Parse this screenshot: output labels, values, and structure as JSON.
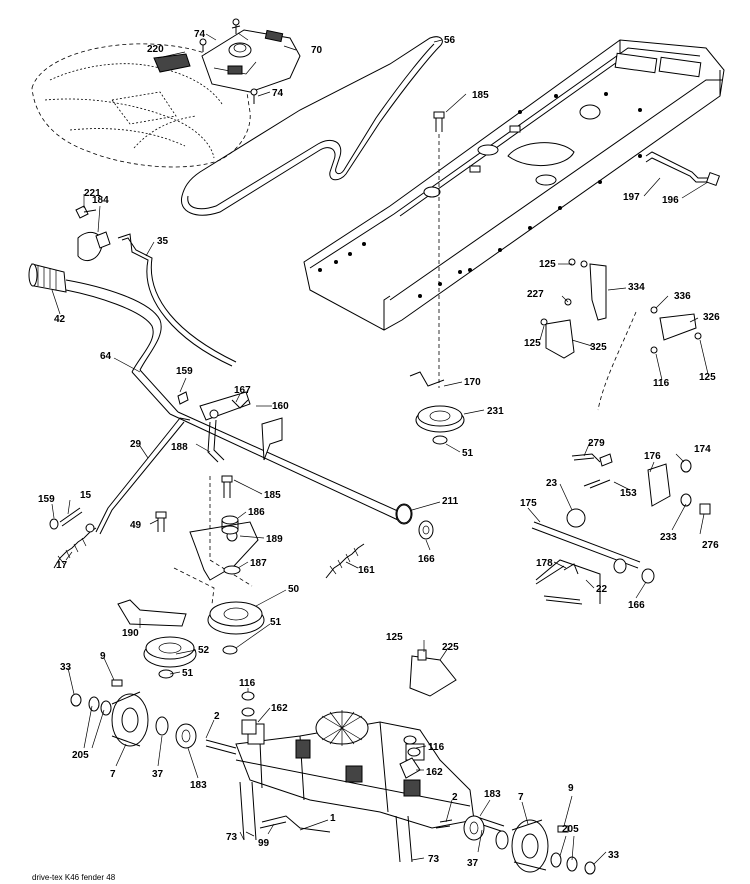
{
  "callouts": [
    {
      "id": "c74a",
      "text": "74"
    },
    {
      "id": "c220",
      "text": "220"
    },
    {
      "id": "c70",
      "text": "70"
    },
    {
      "id": "c74b",
      "text": "74"
    },
    {
      "id": "c56",
      "text": "56"
    },
    {
      "id": "c185a",
      "text": "185"
    },
    {
      "id": "c197",
      "text": "197"
    },
    {
      "id": "c196",
      "text": "196"
    },
    {
      "id": "c221",
      "text": "221"
    },
    {
      "id": "c184",
      "text": "184"
    },
    {
      "id": "c35",
      "text": "35"
    },
    {
      "id": "c42",
      "text": "42"
    },
    {
      "id": "c125a",
      "text": "125"
    },
    {
      "id": "c334",
      "text": "334"
    },
    {
      "id": "c227",
      "text": "227"
    },
    {
      "id": "c336",
      "text": "336"
    },
    {
      "id": "c326",
      "text": "326"
    },
    {
      "id": "c125b",
      "text": "125"
    },
    {
      "id": "c325",
      "text": "325"
    },
    {
      "id": "c116a",
      "text": "116"
    },
    {
      "id": "c125c",
      "text": "125"
    },
    {
      "id": "c64",
      "text": "64"
    },
    {
      "id": "c159a",
      "text": "159"
    },
    {
      "id": "c167",
      "text": "167"
    },
    {
      "id": "c160",
      "text": "160"
    },
    {
      "id": "c170",
      "text": "170"
    },
    {
      "id": "c231",
      "text": "231"
    },
    {
      "id": "c51a",
      "text": "51"
    },
    {
      "id": "c29",
      "text": "29"
    },
    {
      "id": "c188",
      "text": "188"
    },
    {
      "id": "c185b",
      "text": "185"
    },
    {
      "id": "c279",
      "text": "279"
    },
    {
      "id": "c176",
      "text": "176"
    },
    {
      "id": "c174",
      "text": "174"
    },
    {
      "id": "c23",
      "text": "23"
    },
    {
      "id": "c153",
      "text": "153"
    },
    {
      "id": "c159b",
      "text": "159"
    },
    {
      "id": "c15",
      "text": "15"
    },
    {
      "id": "c49",
      "text": "49"
    },
    {
      "id": "c186",
      "text": "186"
    },
    {
      "id": "c211",
      "text": "211"
    },
    {
      "id": "c175",
      "text": "175"
    },
    {
      "id": "c233",
      "text": "233"
    },
    {
      "id": "c276",
      "text": "276"
    },
    {
      "id": "c17",
      "text": "17"
    },
    {
      "id": "c189",
      "text": "189"
    },
    {
      "id": "c166a",
      "text": "166"
    },
    {
      "id": "c187",
      "text": "187"
    },
    {
      "id": "c161",
      "text": "161"
    },
    {
      "id": "c178",
      "text": "178"
    },
    {
      "id": "c22",
      "text": "22"
    },
    {
      "id": "c50",
      "text": "50"
    },
    {
      "id": "c166b",
      "text": "166"
    },
    {
      "id": "c190",
      "text": "190"
    },
    {
      "id": "c51b",
      "text": "51"
    },
    {
      "id": "c125d",
      "text": "125"
    },
    {
      "id": "c225",
      "text": "225"
    },
    {
      "id": "c33a",
      "text": "33"
    },
    {
      "id": "c9a",
      "text": "9"
    },
    {
      "id": "c52",
      "text": "52"
    },
    {
      "id": "c51c",
      "text": "51"
    },
    {
      "id": "c116b",
      "text": "116"
    },
    {
      "id": "c162a",
      "text": "162"
    },
    {
      "id": "c2a",
      "text": "2"
    },
    {
      "id": "c205a",
      "text": "205"
    },
    {
      "id": "c116c",
      "text": "116"
    },
    {
      "id": "c7a",
      "text": "7"
    },
    {
      "id": "c37a",
      "text": "37"
    },
    {
      "id": "c183a",
      "text": "183"
    },
    {
      "id": "c162b",
      "text": "162"
    },
    {
      "id": "c183b",
      "text": "183"
    },
    {
      "id": "c7b",
      "text": "7"
    },
    {
      "id": "c9b",
      "text": "9"
    },
    {
      "id": "c2b",
      "text": "2"
    },
    {
      "id": "c1",
      "text": "1"
    },
    {
      "id": "c73a",
      "text": "73"
    },
    {
      "id": "c205b",
      "text": "205"
    },
    {
      "id": "c99",
      "text": "99"
    },
    {
      "id": "c73b",
      "text": "73"
    },
    {
      "id": "c37b",
      "text": "37"
    },
    {
      "id": "c33b",
      "text": "33"
    }
  ],
  "footer": {
    "text": "drive-tex K46 fender 48"
  }
}
